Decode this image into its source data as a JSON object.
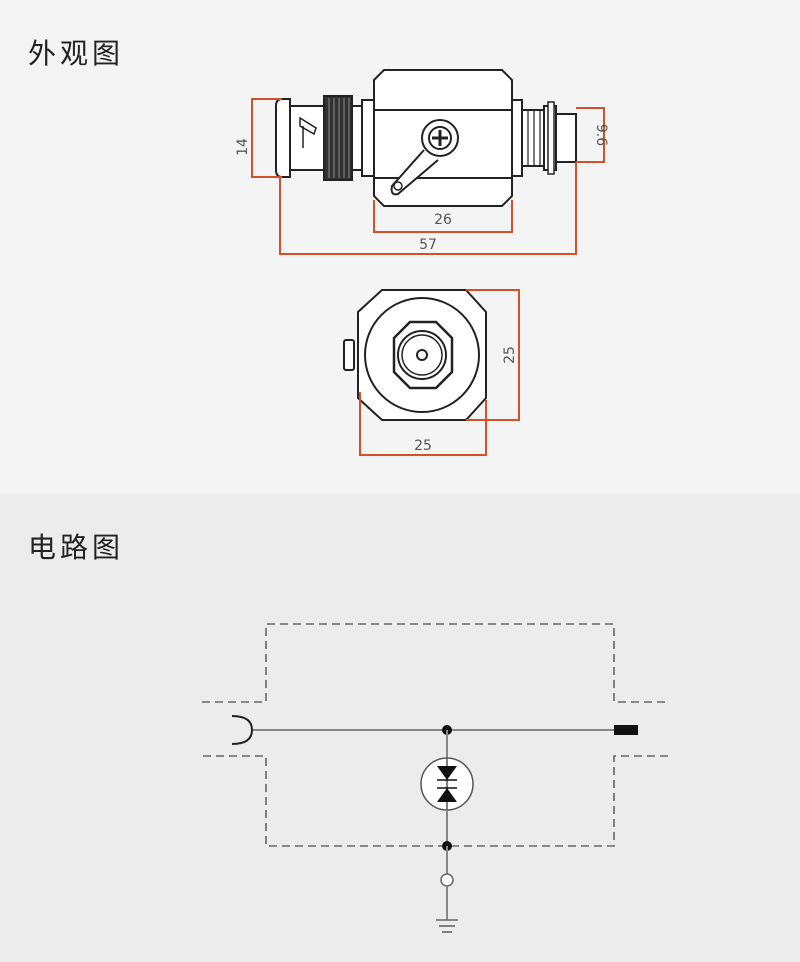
{
  "sections": {
    "appearance": {
      "title": "外观图"
    },
    "circuit": {
      "title": "电路图"
    }
  },
  "dimensions": {
    "height_left": "14",
    "diameter_right": "9.6",
    "body_length": "26",
    "total_length": "57",
    "end_height": "25",
    "end_width": "25"
  },
  "colors": {
    "dimension_line": "#d4502a",
    "outline": "#222222",
    "dashed_box": "#666666"
  }
}
